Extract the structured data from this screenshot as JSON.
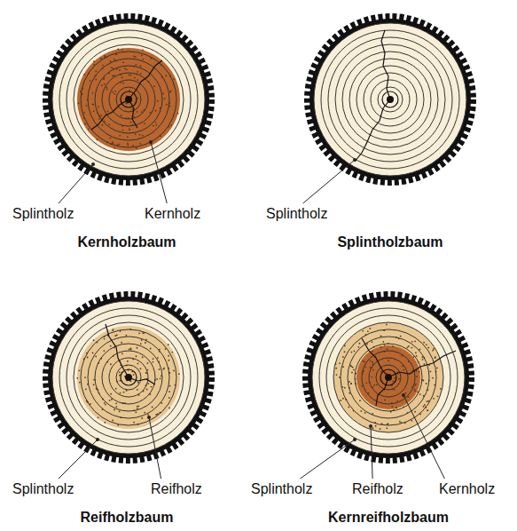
{
  "diagram": {
    "labels": [
      "Splintholz",
      "Kernholz",
      "Kernholzbaum",
      "Splintholz",
      "Splintholzbaum",
      "Splintholz",
      "Reifholz",
      "Reifholzbaum",
      "Splintholz",
      "Reifholz",
      "Kernholz",
      "Kernreifholzbaum"
    ]
  }
}
